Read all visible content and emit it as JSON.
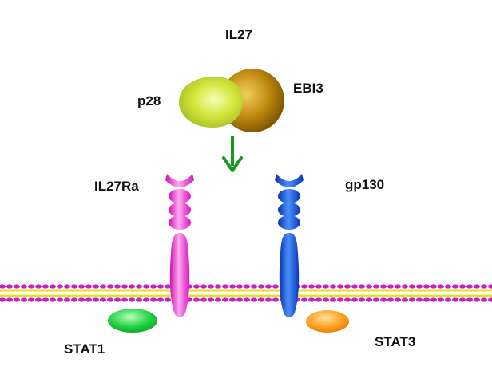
{
  "labels": {
    "ligand": "IL27",
    "subunit_a": "p28",
    "subunit_b": "EBI3",
    "receptor_left": "IL27Ra",
    "receptor_right": "gp130",
    "stat_left": "STAT1",
    "stat_right": "STAT3"
  },
  "colors": {
    "p28": "#d6e83c",
    "ebi3": "#b8860b",
    "arrow": "#1a9a1a",
    "receptor_left": "#ff3fd4",
    "receptor_right": "#1a55e8",
    "stat_left": "#22dd44",
    "stat_right": "#ffa020",
    "membrane_head": "#c81fc8",
    "membrane_tail": "#e8e020"
  }
}
